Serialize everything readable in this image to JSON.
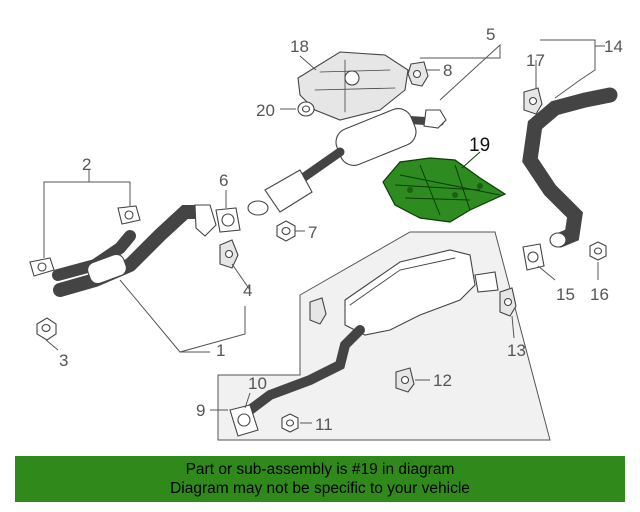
{
  "labels": {
    "l1": "1",
    "l2": "2",
    "l3": "3",
    "l4": "4",
    "l5": "5",
    "l6": "6",
    "l7": "7",
    "l8": "8",
    "l9": "9",
    "l10": "10",
    "l11": "11",
    "l12": "12",
    "l13": "13",
    "l14": "14",
    "l15": "15",
    "l16": "16",
    "l17": "17",
    "l18": "18",
    "l19": "19",
    "l20": "20"
  },
  "banner": {
    "line1": "Part or sub-assembly is #19 in diagram",
    "line2": "Diagram may not be specific to your vehicle"
  },
  "colors": {
    "highlight": "#2e8b1f",
    "banner": "#2f8a1b"
  }
}
